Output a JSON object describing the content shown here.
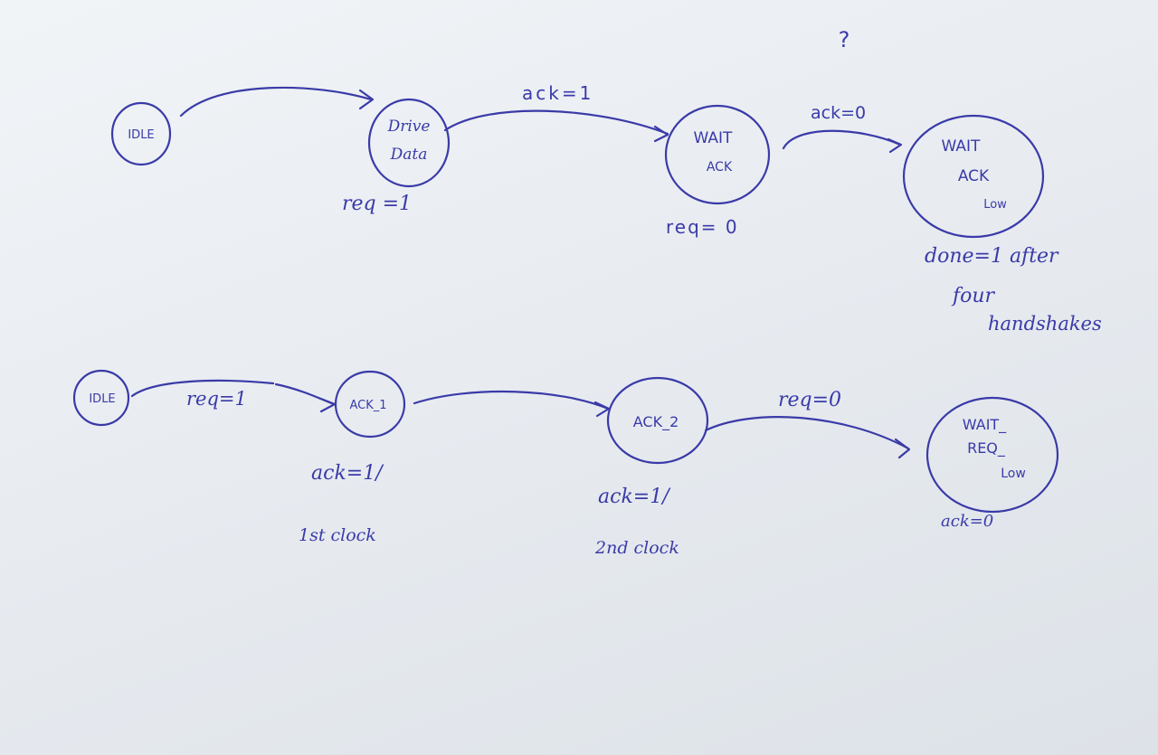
{
  "top_fsm": {
    "states": {
      "idle": "IDLE",
      "drive_data_1": "Drive",
      "drive_data_2": "Data",
      "wait_ack_1": "WAIT",
      "wait_ack_2": "ACK",
      "wait_ack_low_1": "WAIT",
      "wait_ack_low_2": "ACK",
      "wait_ack_low_3": "Low"
    },
    "transitions": {
      "ack_1": "ack=1",
      "ack_0": "ack=0",
      "question": "?"
    },
    "outputs": {
      "req_1": "req =1",
      "req_0": "req= 0",
      "done_1": "done=1 after",
      "done_2": "four",
      "done_3": "handshakes"
    }
  },
  "bottom_fsm": {
    "states": {
      "idle": "IDLE",
      "ack_1": "ACK_1",
      "ack_2": "ACK_2",
      "wait_req_low_1": "WAIT_",
      "wait_req_low_2": "REQ_",
      "wait_req_low_3": "Low"
    },
    "transitions": {
      "req_1": "req=1",
      "req_0": "req=0"
    },
    "outputs": {
      "ack_1_out": "ack=1/",
      "clock_1": "1st clock",
      "ack_2_out": "ack=1/",
      "clock_2": "2nd clock",
      "ack_0": "ack=0"
    }
  },
  "ink_color": "#3a3aa8"
}
